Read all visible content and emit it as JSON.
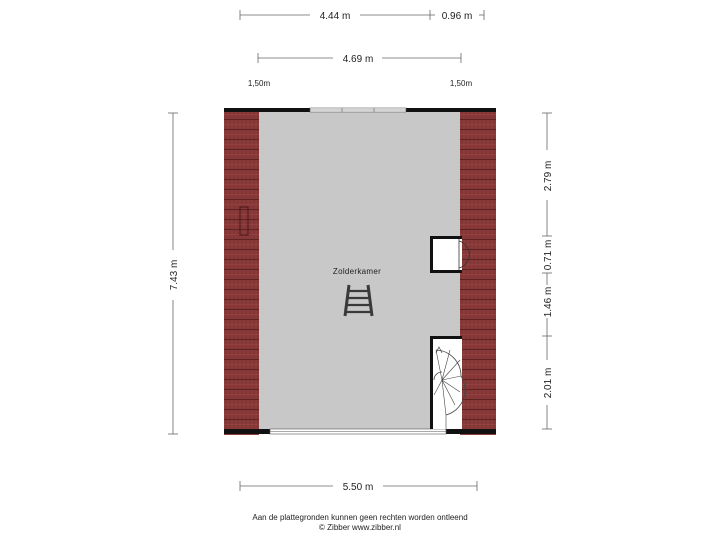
{
  "plan": {
    "room_label": "Zolderkamer",
    "dimensions": {
      "top_left": "4.44 m",
      "top_right": "0.96 m",
      "inner_width": "4.69 m",
      "knee_left": "1,50m",
      "knee_right": "1,50m",
      "height": "7.43 m",
      "right_1": "2.79 m",
      "right_2": "0.71 m",
      "right_3": "1.46 m",
      "right_4": "2.01 m",
      "bottom": "5.50 m"
    },
    "colors": {
      "roof": "#8b3a3a",
      "floor": "#c8c8c8",
      "wall": "#111111"
    }
  },
  "footer": {
    "line1": "Aan de plattegronden kunnen geen rechten worden ontleend",
    "line2": "© Zibber www.zibber.nl"
  }
}
